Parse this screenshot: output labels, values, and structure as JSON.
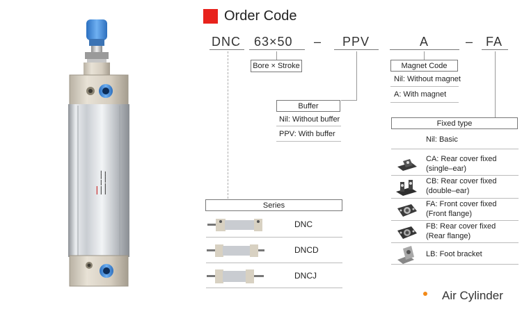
{
  "header": {
    "title": "Order Code"
  },
  "code": {
    "model": "DNC",
    "size": "63×50",
    "dash1": "–",
    "buffer": "PPV",
    "magnet": "A",
    "dash2": "–",
    "mount": "FA"
  },
  "bore_box": "Bore × Stroke",
  "magnet": {
    "title": "Magnet Code",
    "options": [
      "Nil: Without magnet",
      "A: With magnet"
    ]
  },
  "buffer": {
    "title": "Buffer",
    "options": [
      "Nil: Without buffer",
      "PPV: With buffer"
    ]
  },
  "fixed": {
    "title": "Fixed type",
    "basic": "Nil: Basic",
    "items": [
      {
        "line1": "CA: Rear cover fixed",
        "line2": "(single–ear)",
        "icon": "single-ear-mount-icon"
      },
      {
        "line1": "CB: Rear cover fixed",
        "line2": "(double–ear)",
        "icon": "double-ear-mount-icon"
      },
      {
        "line1": "FA: Front cover fixed",
        "line2": "(Front flange)",
        "icon": "front-flange-icon"
      },
      {
        "line1": "FB: Rear cover fixed",
        "line2": "(Rear flange)",
        "icon": "rear-flange-icon"
      },
      {
        "line1": "LB: Foot bracket",
        "line2": "",
        "icon": "foot-bracket-icon"
      }
    ]
  },
  "series": {
    "title": "Series",
    "items": [
      "DNC",
      "DNCD",
      "DNCJ"
    ]
  },
  "footer": {
    "label": "Air Cylinder"
  },
  "colors": {
    "accent_red": "#e8221c",
    "bullet_orange": "#f28a18",
    "cap_blue": "#2d7fd6",
    "port_blue": "#1478e0"
  }
}
